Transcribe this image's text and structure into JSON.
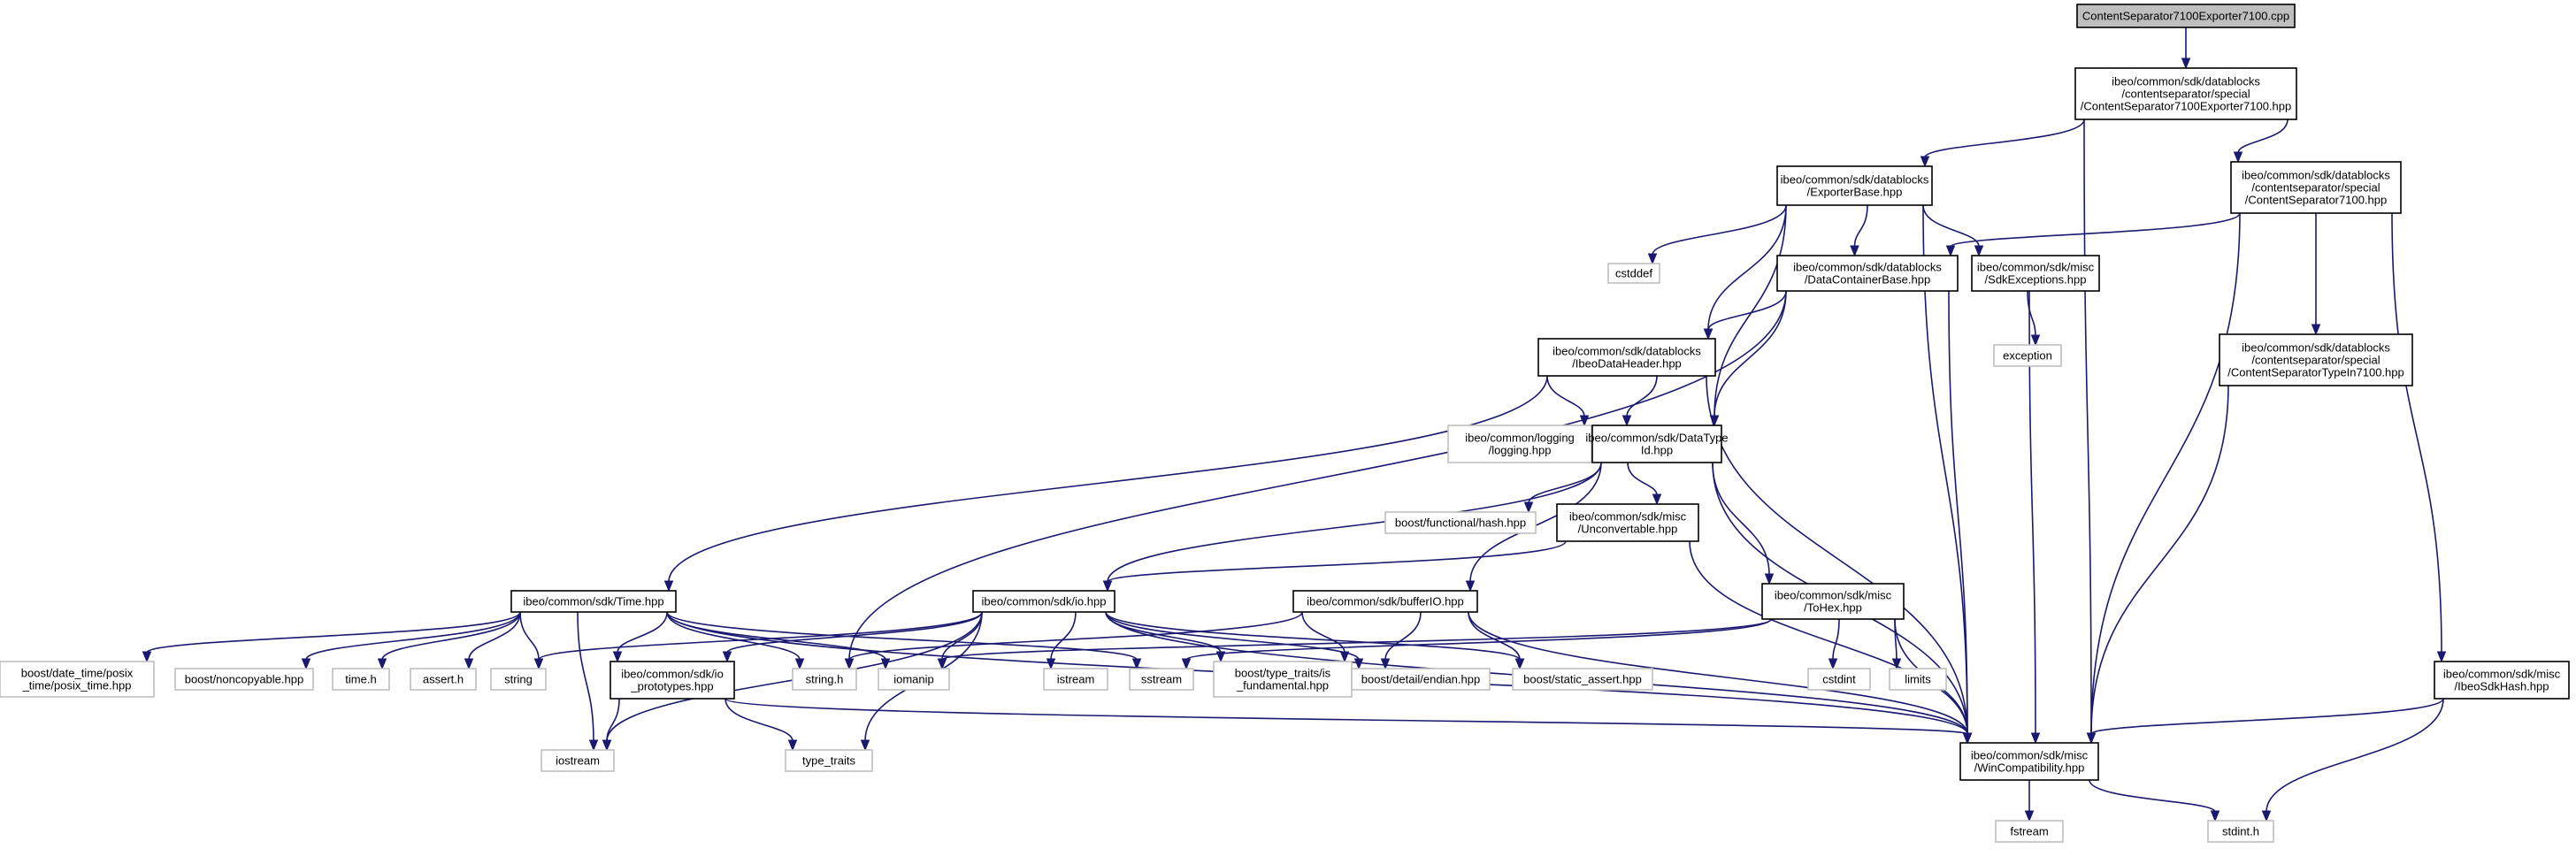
{
  "colors": {
    "edge": "#191970",
    "node_border": "#000000",
    "external_border": "#bfbfbf",
    "root_fill": "#bfbfbf"
  },
  "nodes": {
    "root": {
      "lines": [
        "ContentSeparator7100Exporter7100.cpp"
      ]
    },
    "cs7100exp_hpp": {
      "lines": [
        "ibeo/common/sdk/datablocks",
        "/contentseparator/special",
        "/ContentSeparator7100Exporter7100.hpp"
      ]
    },
    "exporterbase": {
      "lines": [
        "ibeo/common/sdk/datablocks",
        "/ExporterBase.hpp"
      ]
    },
    "cs7100_hpp": {
      "lines": [
        "ibeo/common/sdk/datablocks",
        "/contentseparator/special",
        "/ContentSeparator7100.hpp"
      ]
    },
    "cstddef": {
      "lines": [
        "cstddef"
      ]
    },
    "datacontainerbase": {
      "lines": [
        "ibeo/common/sdk/datablocks",
        "/DataContainerBase.hpp"
      ]
    },
    "sdkexceptions": {
      "lines": [
        "ibeo/common/sdk/misc",
        "/SdkExceptions.hpp"
      ]
    },
    "exception": {
      "lines": [
        "exception"
      ]
    },
    "ibeodataheader": {
      "lines": [
        "ibeo/common/sdk/datablocks",
        "/IbeoDataHeader.hpp"
      ]
    },
    "cstypein": {
      "lines": [
        "ibeo/common/sdk/datablocks",
        "/contentseparator/special",
        "/ContentSeparatorTypeIn7100.hpp"
      ]
    },
    "logging": {
      "lines": [
        "ibeo/common/logging",
        "/logging.hpp"
      ]
    },
    "datatypeid": {
      "lines": [
        "ibeo/common/sdk/DataType",
        "Id.hpp"
      ]
    },
    "boosthash": {
      "lines": [
        "boost/functional/hash.hpp"
      ]
    },
    "unconvertable": {
      "lines": [
        "ibeo/common/sdk/misc",
        "/Unconvertable.hpp"
      ]
    },
    "time": {
      "lines": [
        "ibeo/common/sdk/Time.hpp"
      ]
    },
    "io": {
      "lines": [
        "ibeo/common/sdk/io.hpp"
      ]
    },
    "bufferio": {
      "lines": [
        "ibeo/common/sdk/bufferIO.hpp"
      ]
    },
    "tohex": {
      "lines": [
        "ibeo/common/sdk/misc",
        "/ToHex.hpp"
      ]
    },
    "posix_time": {
      "lines": [
        "boost/date_time/posix",
        "_time/posix_time.hpp"
      ]
    },
    "noncopyable": {
      "lines": [
        "boost/noncopyable.hpp"
      ]
    },
    "time_h": {
      "lines": [
        "time.h"
      ]
    },
    "assert_h": {
      "lines": [
        "assert.h"
      ]
    },
    "string": {
      "lines": [
        "string"
      ]
    },
    "io_prototypes": {
      "lines": [
        "ibeo/common/sdk/io",
        "_prototypes.hpp"
      ]
    },
    "string_h": {
      "lines": [
        "string.h"
      ]
    },
    "iomanip": {
      "lines": [
        "iomanip"
      ]
    },
    "istream": {
      "lines": [
        "istream"
      ]
    },
    "sstream": {
      "lines": [
        "sstream"
      ]
    },
    "is_fundamental": {
      "lines": [
        "boost/type_traits/is",
        "_fundamental.hpp"
      ]
    },
    "endian": {
      "lines": [
        "boost/detail/endian.hpp"
      ]
    },
    "static_assert": {
      "lines": [
        "boost/static_assert.hpp"
      ]
    },
    "cstdint": {
      "lines": [
        "cstdint"
      ]
    },
    "limits": {
      "lines": [
        "limits"
      ]
    },
    "ibeosdkhash": {
      "lines": [
        "ibeo/common/sdk/misc",
        "/IbeoSdkHash.hpp"
      ]
    },
    "wincompat": {
      "lines": [
        "ibeo/common/sdk/misc",
        "/WinCompatibility.hpp"
      ]
    },
    "iostream": {
      "lines": [
        "iostream"
      ]
    },
    "type_traits": {
      "lines": [
        "type_traits"
      ]
    },
    "fstream": {
      "lines": [
        "fstream"
      ]
    },
    "stdint_h": {
      "lines": [
        "stdint.h"
      ]
    }
  },
  "edges": [
    [
      "root",
      "cs7100exp_hpp"
    ],
    [
      "cs7100exp_hpp",
      "exporterbase"
    ],
    [
      "cs7100exp_hpp",
      "cs7100_hpp"
    ],
    [
      "cs7100exp_hpp",
      "wincompat"
    ],
    [
      "exporterbase",
      "cstddef"
    ],
    [
      "exporterbase",
      "datacontainerbase"
    ],
    [
      "exporterbase",
      "sdkexceptions"
    ],
    [
      "exporterbase",
      "ibeodataheader"
    ],
    [
      "exporterbase",
      "datatypeid"
    ],
    [
      "exporterbase",
      "wincompat"
    ],
    [
      "cs7100_hpp",
      "datacontainerbase"
    ],
    [
      "cs7100_hpp",
      "cstypein"
    ],
    [
      "cs7100_hpp",
      "wincompat"
    ],
    [
      "cs7100_hpp",
      "ibeosdkhash"
    ],
    [
      "datacontainerbase",
      "ibeodataheader"
    ],
    [
      "datacontainerbase",
      "datatypeid"
    ],
    [
      "datacontainerbase",
      "string_h"
    ],
    [
      "datacontainerbase",
      "wincompat"
    ],
    [
      "sdkexceptions",
      "exception"
    ],
    [
      "sdkexceptions",
      "wincompat"
    ],
    [
      "ibeodataheader",
      "logging"
    ],
    [
      "ibeodataheader",
      "datatypeid"
    ],
    [
      "ibeodataheader",
      "time"
    ],
    [
      "ibeodataheader",
      "wincompat"
    ],
    [
      "cstypein",
      "wincompat"
    ],
    [
      "datatypeid",
      "boosthash"
    ],
    [
      "datatypeid",
      "unconvertable"
    ],
    [
      "datatypeid",
      "io"
    ],
    [
      "datatypeid",
      "bufferio"
    ],
    [
      "datatypeid",
      "tohex"
    ],
    [
      "datatypeid",
      "wincompat"
    ],
    [
      "unconvertable",
      "io"
    ],
    [
      "unconvertable",
      "wincompat"
    ],
    [
      "time",
      "posix_time"
    ],
    [
      "time",
      "noncopyable"
    ],
    [
      "time",
      "time_h"
    ],
    [
      "time",
      "assert_h"
    ],
    [
      "time",
      "string"
    ],
    [
      "time",
      "io_prototypes"
    ],
    [
      "time",
      "string_h"
    ],
    [
      "time",
      "iomanip"
    ],
    [
      "time",
      "sstream"
    ],
    [
      "time",
      "iostream"
    ],
    [
      "time",
      "wincompat"
    ],
    [
      "io",
      "string"
    ],
    [
      "io",
      "io_prototypes"
    ],
    [
      "io",
      "iomanip"
    ],
    [
      "io",
      "istream"
    ],
    [
      "io",
      "is_fundamental"
    ],
    [
      "io",
      "endian"
    ],
    [
      "io",
      "static_assert"
    ],
    [
      "io",
      "type_traits"
    ],
    [
      "io",
      "iostream"
    ],
    [
      "io",
      "wincompat"
    ],
    [
      "bufferio",
      "string_h"
    ],
    [
      "bufferio",
      "is_fundamental"
    ],
    [
      "bufferio",
      "endian"
    ],
    [
      "bufferio",
      "static_assert"
    ],
    [
      "bufferio",
      "wincompat"
    ],
    [
      "tohex",
      "iomanip"
    ],
    [
      "tohex",
      "sstream"
    ],
    [
      "tohex",
      "cstdint"
    ],
    [
      "tohex",
      "limits"
    ],
    [
      "tohex",
      "wincompat"
    ],
    [
      "io_prototypes",
      "iostream"
    ],
    [
      "io_prototypes",
      "type_traits"
    ],
    [
      "io_prototypes",
      "wincompat"
    ],
    [
      "ibeosdkhash",
      "wincompat"
    ],
    [
      "ibeosdkhash",
      "stdint_h"
    ],
    [
      "wincompat",
      "fstream"
    ],
    [
      "wincompat",
      "stdint_h"
    ]
  ]
}
